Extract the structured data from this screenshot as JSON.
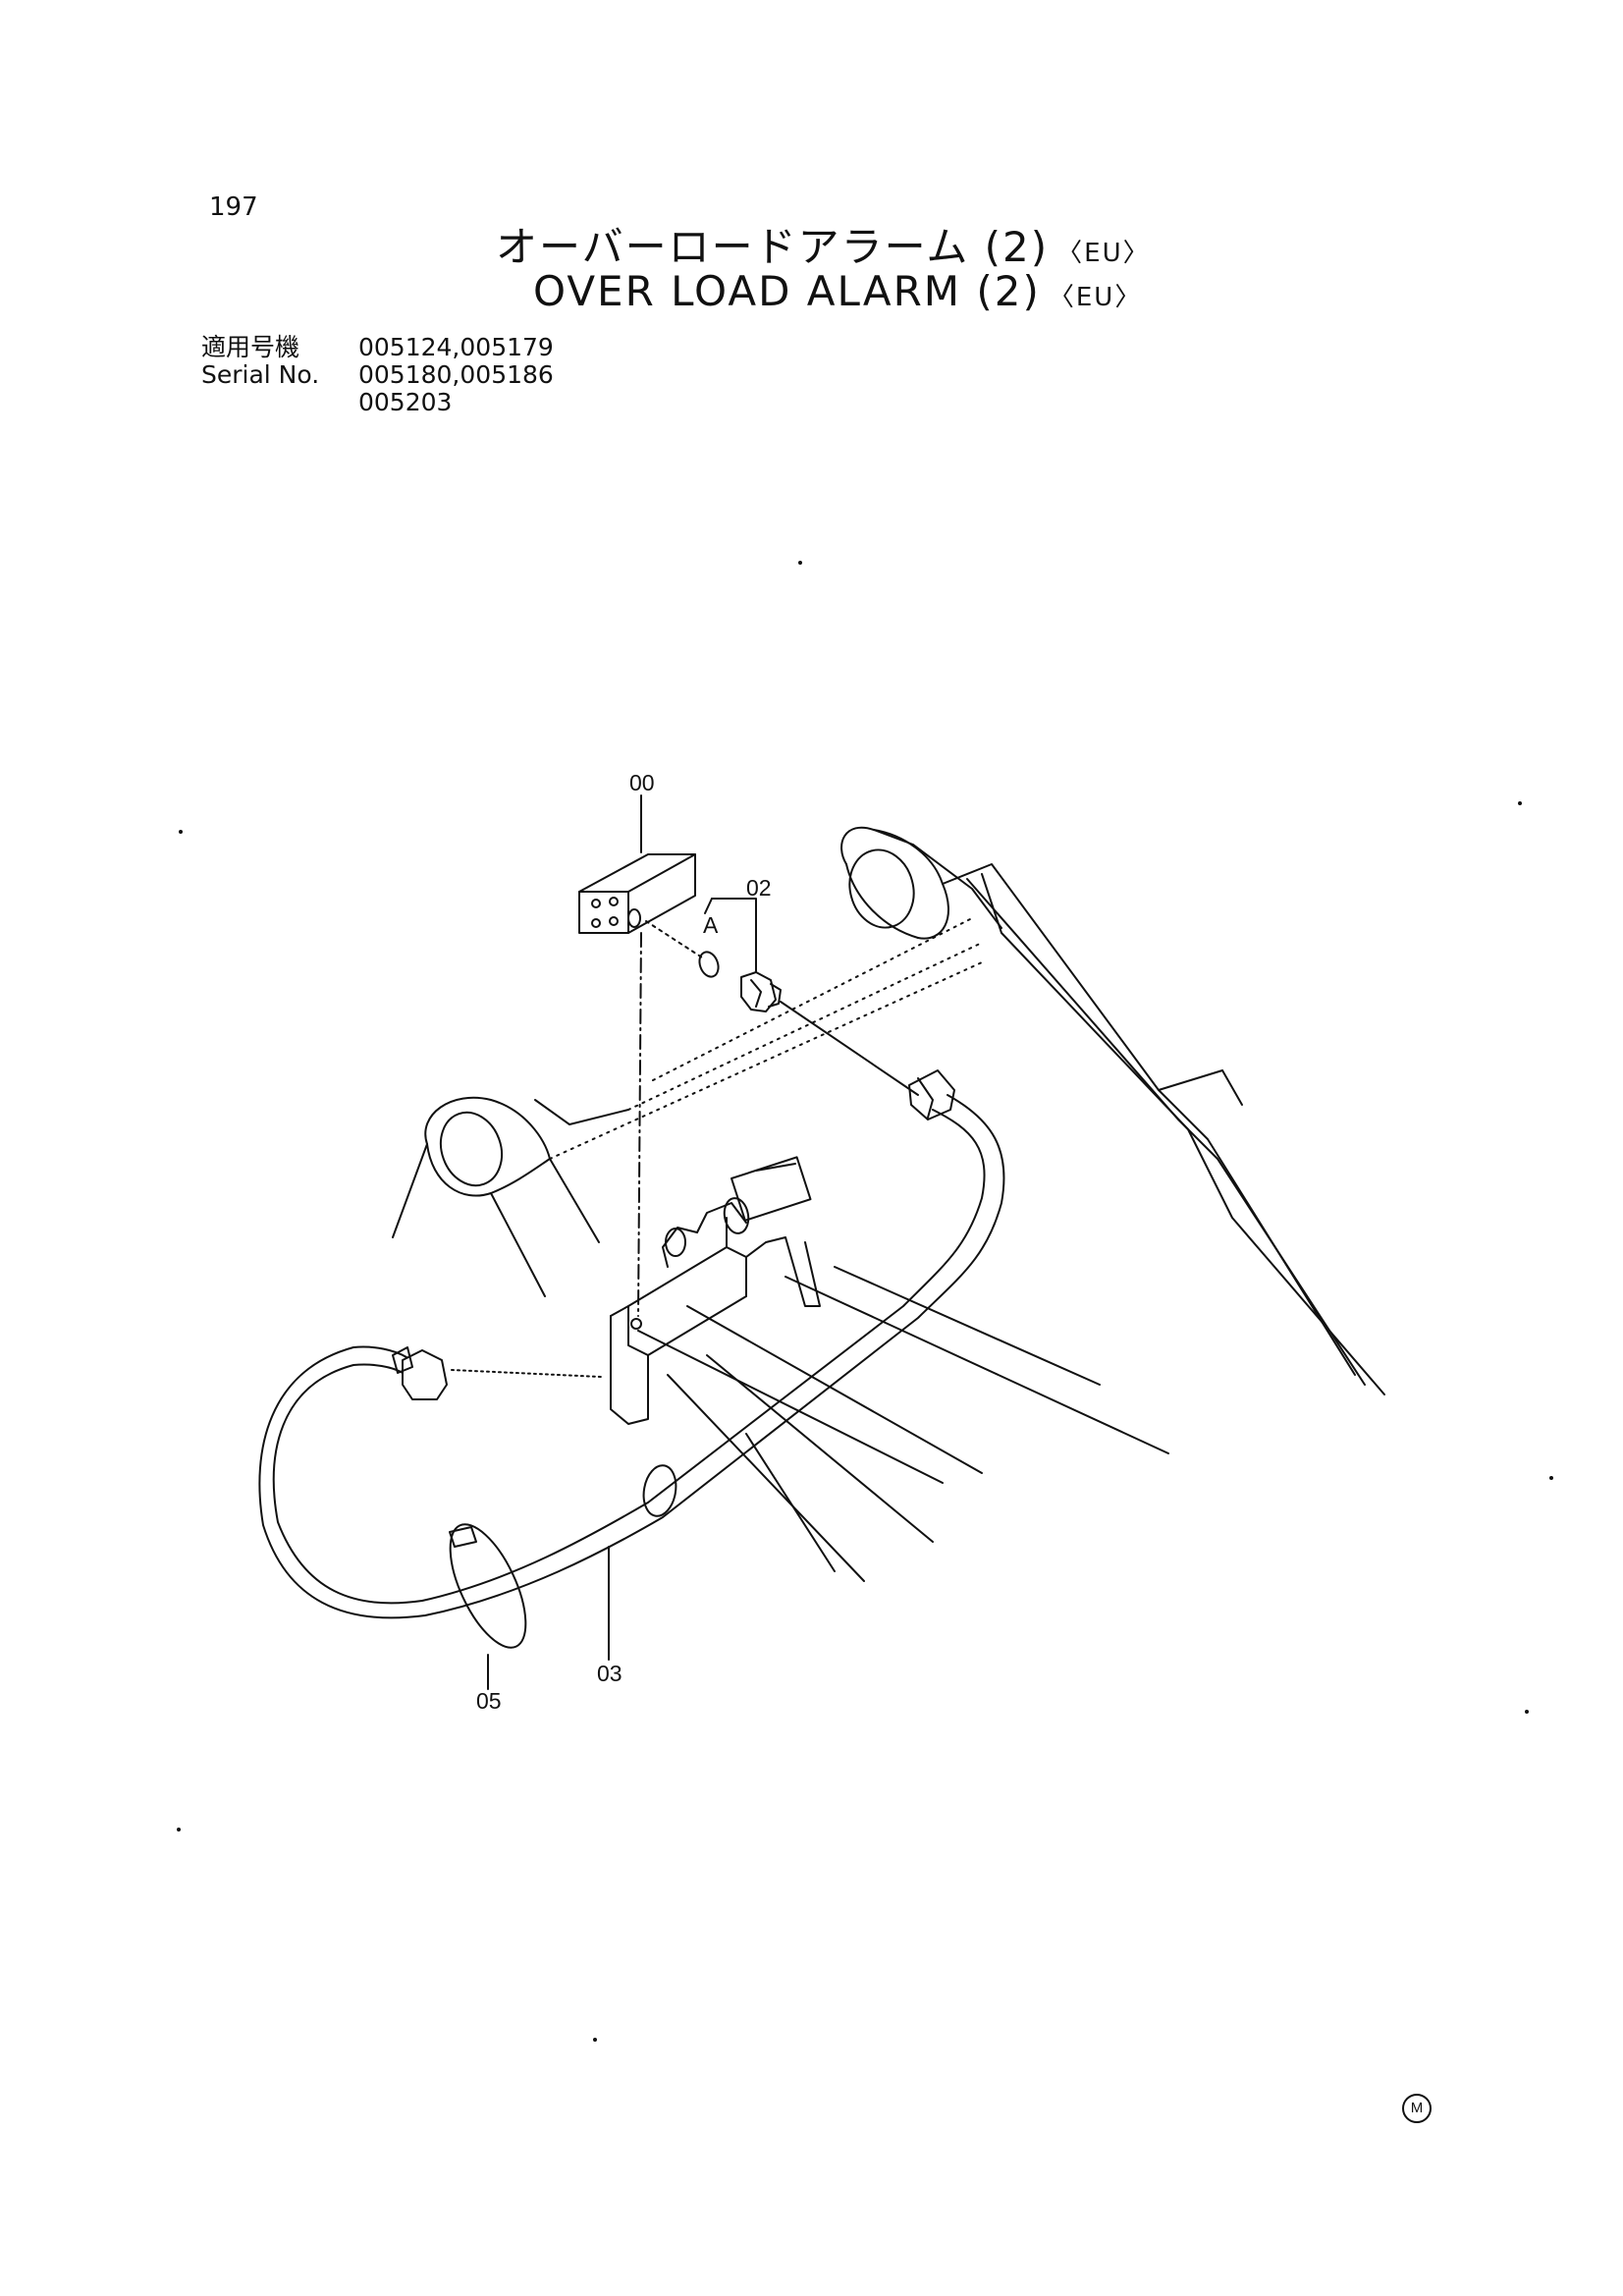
{
  "page_number": "197",
  "title": {
    "japanese": "オーバーロードアラーム (2)",
    "english": "OVER LOAD ALARM (2)",
    "region_tag": "〈EU〉"
  },
  "serial_block": {
    "label_jp": "適用号機",
    "label_en": "Serial No.",
    "lines": [
      "005124,005179",
      "005180,005186",
      "005203"
    ]
  },
  "callouts": {
    "c00": "00",
    "c02": "02",
    "cA": "A",
    "c03": "03",
    "c05": "05"
  },
  "footer_mark": "M"
}
